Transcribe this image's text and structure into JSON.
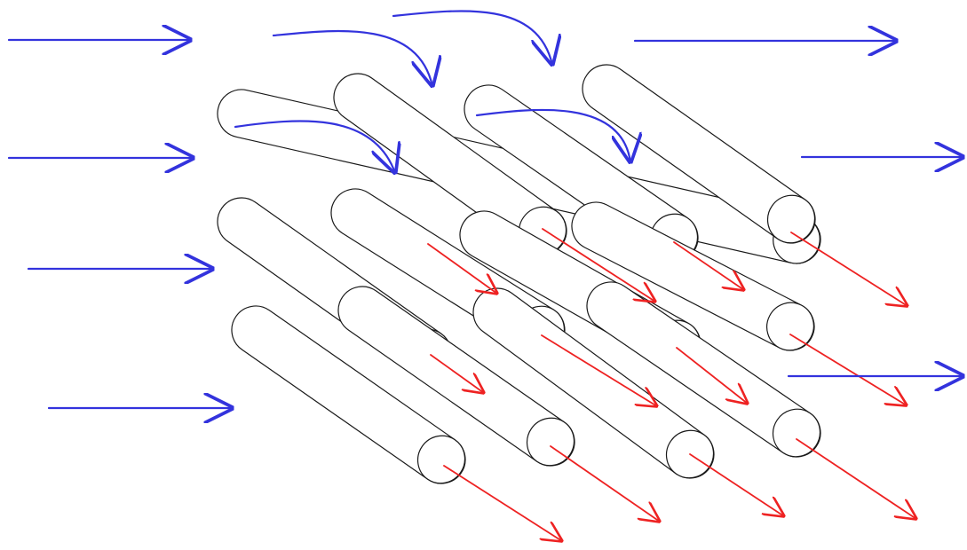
{
  "diagram": {
    "type": "tube-bundle-crossflow",
    "tube_rows": 3,
    "tube_columns": 4,
    "tube_count": 12,
    "colors": {
      "background": "#ffffff",
      "tube_outline": "#1a1a1a",
      "tube_fill": "#ffffff",
      "external_flow_arrow": "#3333dd",
      "internal_flow_arrow": "#ee2222"
    },
    "labels": []
  }
}
